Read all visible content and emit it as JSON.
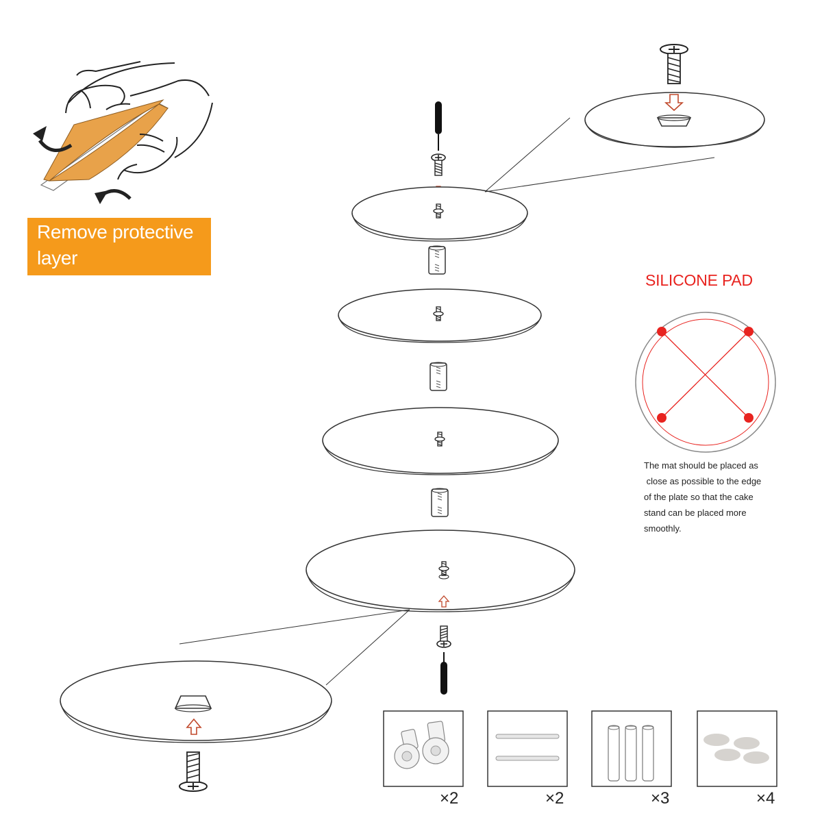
{
  "instruction_banner": {
    "line1": "Remove protective",
    "line2": "layer"
  },
  "silicone_pad": {
    "title": "SILICONE PAD",
    "note_lines": [
      "The mat should be placed as",
      " close as possible to the edge",
      "of the plate so that the cake",
      "stand can be placed more",
      "smoothly."
    ]
  },
  "parts": [
    {
      "name": "screws",
      "quantity": "×2"
    },
    {
      "name": "rods",
      "quantity": "×2"
    },
    {
      "name": "spacers",
      "quantity": "×3"
    },
    {
      "name": "silicone-pads",
      "quantity": "×4"
    }
  ],
  "colors": {
    "banner": "#f59a1b",
    "protective_layer": "#e8a24a",
    "accent_red": "#e8231f",
    "arrow": "#c0482b",
    "line": "#333333"
  }
}
